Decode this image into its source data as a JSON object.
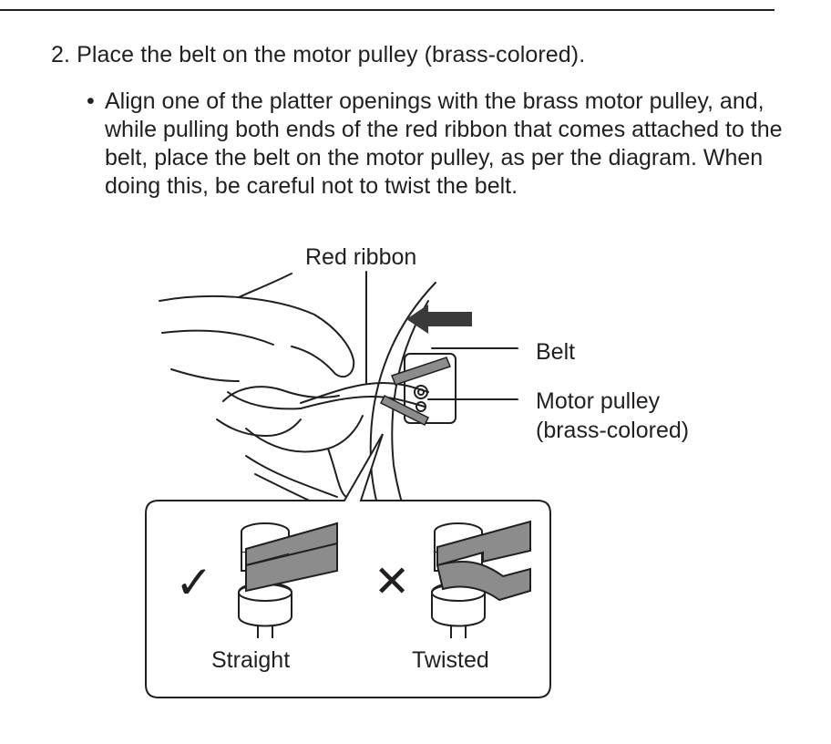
{
  "step": {
    "number": "2.",
    "title": "Place the belt on the motor pulley (brass-colored)."
  },
  "bullet": {
    "marker": "•",
    "text": "Align one of the platter openings with the brass motor pulley, and, while pulling both ends of the red ribbon that comes attached to the belt, place the belt on the motor pulley, as per the diagram. When doing this, be careful not to twist the belt."
  },
  "diagram": {
    "callouts": {
      "red_ribbon": "Red ribbon",
      "belt": "Belt",
      "motor_pulley": "Motor pulley",
      "motor_pulley_note": "(brass-colored)"
    },
    "inset": {
      "correct": {
        "mark": "✓",
        "label": "Straight"
      },
      "incorrect": {
        "mark": "✕",
        "label": "Twisted"
      }
    }
  },
  "colors": {
    "ink": "#231f20",
    "belt_gray": "#8c8c8c",
    "arrow_gray": "#3a3a3a"
  }
}
